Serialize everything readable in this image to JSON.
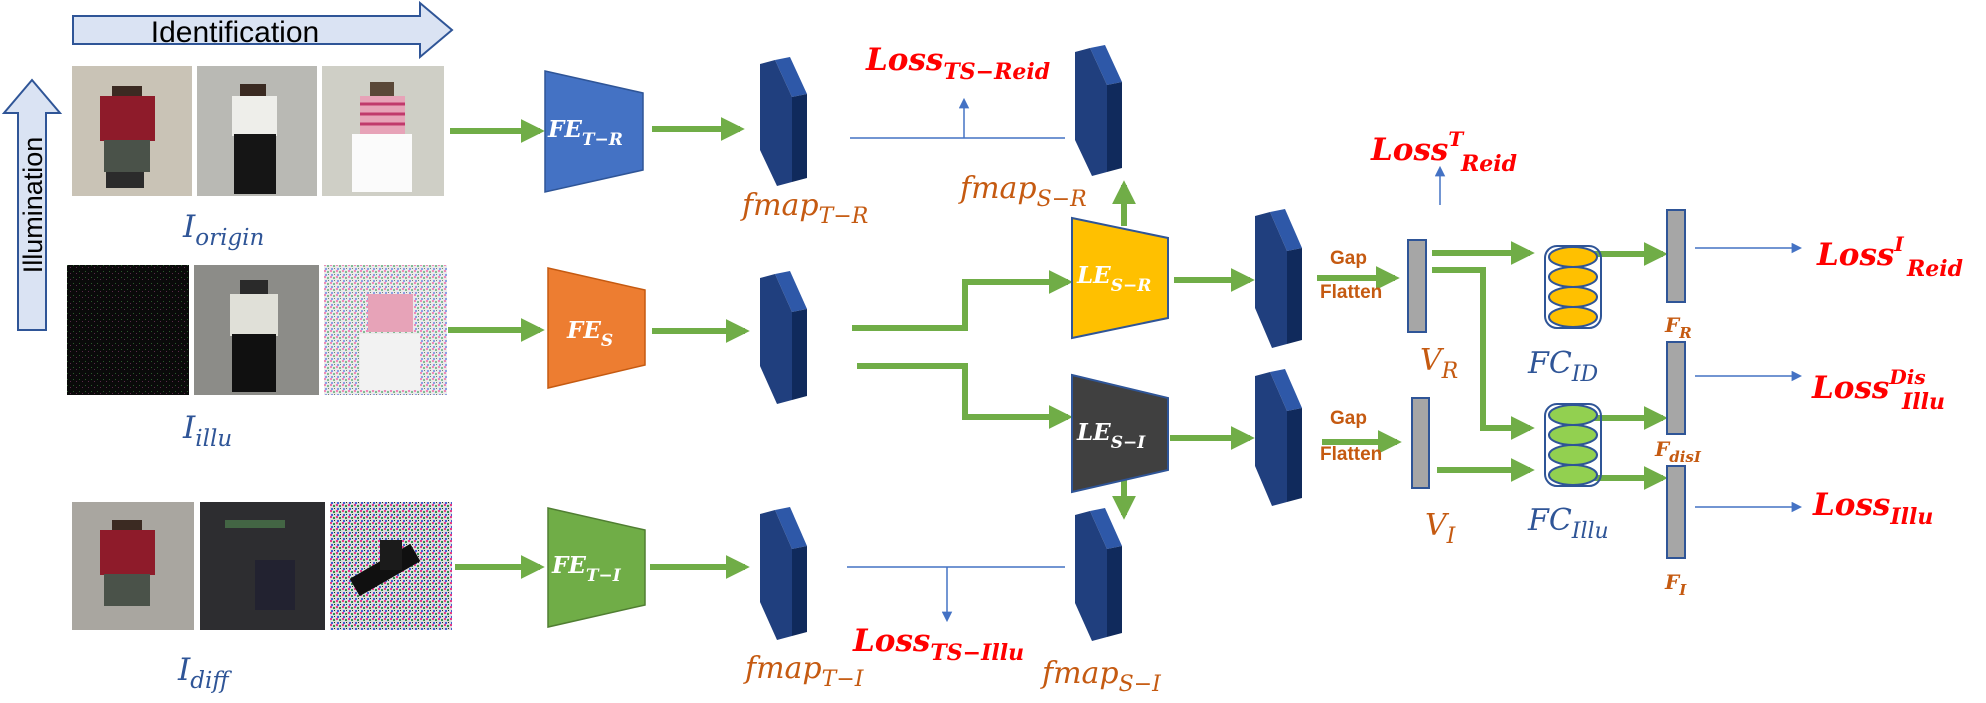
{
  "colors": {
    "accent_green": "#70ad47",
    "arrow_blue": "#4472c4",
    "header_fill": "#dae3f3",
    "header_stroke": "#2f5597",
    "fmap_front": "#203f7e",
    "fmap_side": "#102a5c",
    "fmap_top": "#2e58a8",
    "fe_tr_blue": "#4472c4",
    "fe_s_orange": "#ed7d31",
    "fe_ti_green": "#70ad47",
    "le_sr_yellow": "#ffc000",
    "le_si_dark": "#404040",
    "vector_gray": "#a6a6a6",
    "loss_red": "#ff0000",
    "label_orange": "#c55a11",
    "label_navy": "#2f5597"
  },
  "axes": {
    "identification": "Identification",
    "illumination": "Illumination"
  },
  "inputs": {
    "origin": {
      "base": "I",
      "sub": "origin"
    },
    "illu": {
      "base": "I",
      "sub": "illu"
    },
    "diff": {
      "base": "I",
      "sub": "diff"
    }
  },
  "extractors": {
    "fe_tr": {
      "base": "FE",
      "sub": "T−R"
    },
    "fe_s": {
      "base": "FE",
      "sub": "S"
    },
    "fe_ti": {
      "base": "FE",
      "sub": "T−I"
    },
    "le_sr": {
      "base": "LE",
      "sub": "S−R"
    },
    "le_si": {
      "base": "LE",
      "sub": "S−I"
    }
  },
  "fmaps": {
    "tr": {
      "base": "fmap",
      "sub": "T−R"
    },
    "sr": {
      "base": "fmap",
      "sub": "S−R"
    },
    "ti": {
      "base": "fmap",
      "sub": "T−I"
    },
    "si": {
      "base": "fmap",
      "sub": "S−I"
    }
  },
  "ops": {
    "gap": "Gap",
    "flatten": "Flatten"
  },
  "vectors": {
    "vr": {
      "base": "V",
      "sub": "R"
    },
    "vi": {
      "base": "V",
      "sub": "I"
    }
  },
  "fc": {
    "id": {
      "base": "FC",
      "sub": "ID"
    },
    "illu": {
      "base": "FC",
      "sub": "Illu"
    }
  },
  "features": {
    "fr": {
      "base": "F",
      "sub": "R"
    },
    "fdisi": {
      "base": "F",
      "sub": "disI"
    },
    "fi": {
      "base": "F",
      "sub": "I"
    }
  },
  "losses": {
    "ts_reid": {
      "base": "Loss",
      "sub": "TS−Reid"
    },
    "ts_illu": {
      "base": "Loss",
      "sub": "TS−Illu"
    },
    "t_reid": {
      "base": "Loss",
      "sup": "T",
      "sub": "Reid"
    },
    "i_reid": {
      "base": "Loss",
      "sup": "I",
      "sub": "Reid"
    },
    "dis_illu": {
      "base": "Loss",
      "sup": "Dis",
      "sub": "Illu"
    },
    "illu": {
      "base": "Loss",
      "sub": "Illu"
    }
  }
}
